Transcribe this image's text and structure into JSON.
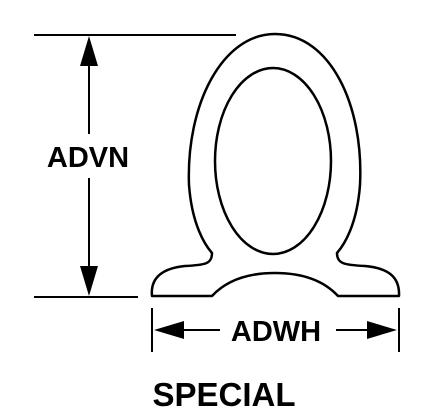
{
  "dimensions": {
    "height_label": "ADVN",
    "width_label": "ADWH"
  },
  "caption": "SPECIAL",
  "colors": {
    "line": "#000000",
    "background": "#ffffff"
  }
}
